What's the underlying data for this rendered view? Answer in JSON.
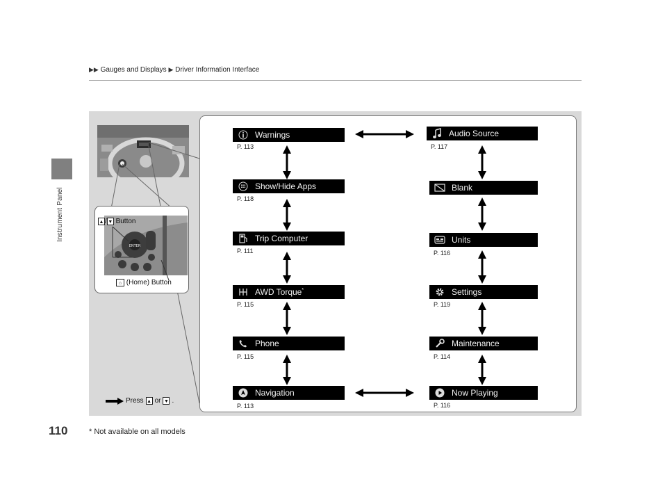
{
  "breadcrumb": {
    "part1": "Gauges and Displays",
    "part2": "Driver Information Interface"
  },
  "side_tab": "Instrument Panel",
  "page_number": "110",
  "footnote": "* Not available on all models",
  "buttons": {
    "updown_button": "Button",
    "home_button": "(Home) Button"
  },
  "press_hint": {
    "press": "Press",
    "or": "or",
    "end": "."
  },
  "left_column": [
    {
      "label": "Warnings",
      "page": "P. 113",
      "icon": "info-icon"
    },
    {
      "label": "Show/Hide Apps",
      "page": "P. 118",
      "icon": "apps-grid-icon"
    },
    {
      "label": "Trip Computer",
      "page": "P. 111",
      "icon": "fuel-pump-icon"
    },
    {
      "label": "AWD Torque",
      "footnote_mark": "*",
      "page": "P. 115",
      "icon": "awd-icon"
    },
    {
      "label": "Phone",
      "page": "P. 115",
      "icon": "phone-icon"
    },
    {
      "label": "Navigation",
      "page": "P. 113",
      "icon": "navigation-icon"
    }
  ],
  "right_column": [
    {
      "label": "Audio Source",
      "page": "P. 117",
      "icon": "music-note-icon"
    },
    {
      "label": "Blank",
      "page": "",
      "icon": "blank-icon"
    },
    {
      "label": "Units",
      "page": "P. 116",
      "icon": "units-icon"
    },
    {
      "label": "Settings",
      "page": "P. 119",
      "icon": "gear-icon"
    },
    {
      "label": "Maintenance",
      "page": "P. 114",
      "icon": "wrench-icon"
    },
    {
      "label": "Now Playing",
      "page": "P. 116",
      "icon": "play-icon"
    }
  ]
}
